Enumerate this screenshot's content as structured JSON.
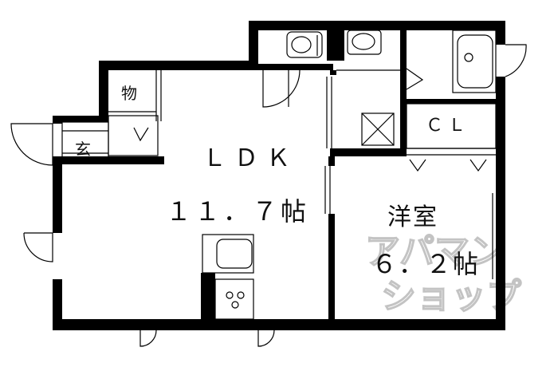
{
  "rooms": {
    "ldk_name": "ＬＤＫ",
    "ldk_size": "１１．７帖",
    "western_name": "洋室",
    "western_size": "６．２帖",
    "closet": "ＣＬ",
    "entrance": "玄",
    "storage": "物"
  },
  "watermark": {
    "line1": "アパマン",
    "line2": "ショップ"
  },
  "colors": {
    "wall": "#000000",
    "background": "#ffffff",
    "watermark": "#bdbdbd"
  }
}
